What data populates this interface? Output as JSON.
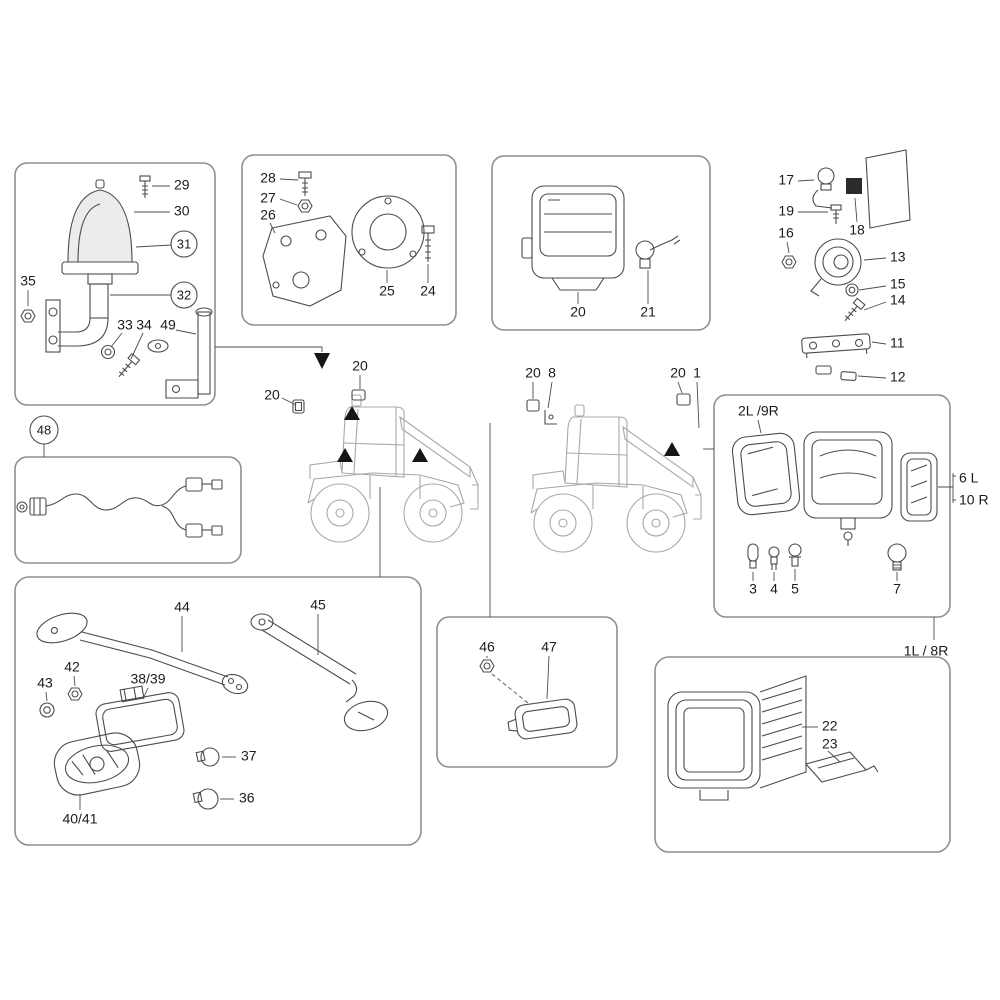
{
  "page": {
    "background": "#ffffff"
  },
  "colors": {
    "line": "#4c4c4c",
    "box_border": "#8f8f8f",
    "marker_fill": "#161616",
    "machine_line": "#a8a8a8",
    "beacon_fill": "#ececec"
  },
  "callouts": {
    "1": "1",
    "3": "3",
    "4": "4",
    "5": "5",
    "7": "7",
    "8": "8",
    "11": "11",
    "12": "12",
    "13": "13",
    "14": "14",
    "15": "15",
    "16": "16",
    "17": "17",
    "18": "18",
    "19": "19",
    "20": "20",
    "21": "21",
    "22": "22",
    "23": "23",
    "24": "24",
    "25": "25",
    "26": "26",
    "27": "27",
    "28": "28",
    "29": "29",
    "30": "30",
    "31": "31",
    "32": "32",
    "33": "33",
    "34": "34",
    "35": "35",
    "36": "36",
    "37": "37",
    "38_39": "38/39",
    "40_41": "40/41",
    "42": "42",
    "43": "43",
    "44": "44",
    "45": "45",
    "46": "46",
    "47": "47",
    "48": "48",
    "49": "49",
    "2l_9r": "2L /9R",
    "6l": "6 L",
    "10r": "10 R",
    "1l_8r": "1L / 8R"
  }
}
